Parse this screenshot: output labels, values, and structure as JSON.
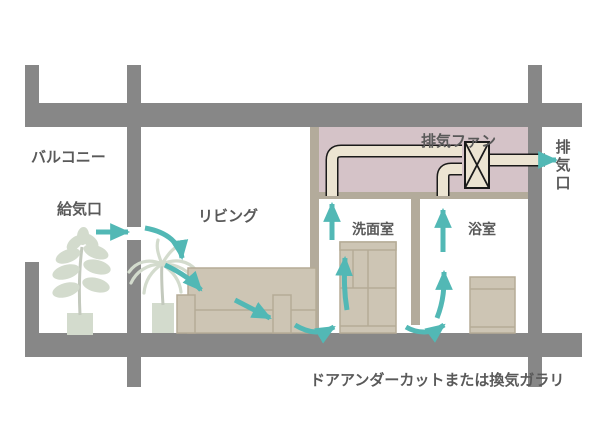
{
  "diagram": {
    "title_caption": "ドアアンダーカットまたは換気ガラリ",
    "labels": {
      "balcony": "バルコニー",
      "air_supply_inlet": "給気口",
      "living": "リビング",
      "washroom": "洗面室",
      "bathroom": "浴室",
      "exhaust_fan": "排気ファン",
      "exhaust_outlet_line1": "排",
      "exhaust_outlet_line2": "気",
      "exhaust_outlet_line3": "口"
    },
    "colors": {
      "wall_structure": "#878787",
      "ceiling_void": "#d5c3c8",
      "partition": "#b3ab9b",
      "duct_fill": "#ece4d2",
      "duct_stroke": "#1a1a1a",
      "furniture_fill": "#cdc5b4",
      "furniture_stroke": "#b5ab96",
      "plant_leaf": "#d3dbcd",
      "plant_stem": "#c3c9bd",
      "arrow": "#52b8b5",
      "text": "#595959",
      "background": "#ffffff"
    },
    "elements": {
      "fan_symbol": "x-box-fan-icon",
      "flow_arrows_count": 10,
      "rooms": [
        "バルコニー",
        "リビング",
        "洗面室",
        "浴室"
      ]
    }
  }
}
